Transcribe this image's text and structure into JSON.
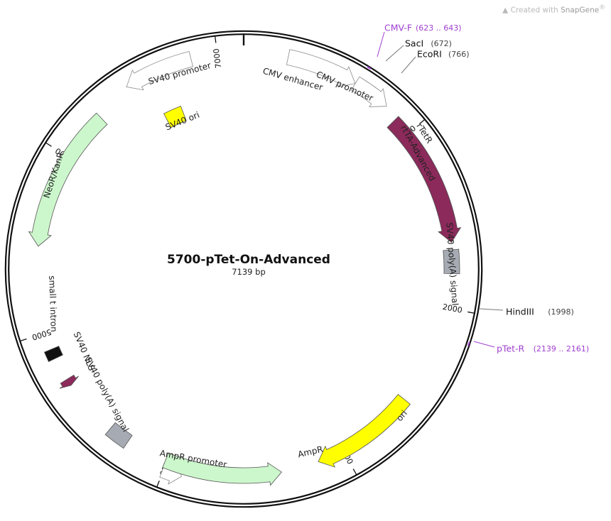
{
  "watermark": {
    "prefix": "Created with ",
    "brand": "SnapGene",
    "mark": "®"
  },
  "plasmid": {
    "name": "5700-pTet-On-Advanced",
    "length_label": "7139 bp",
    "length": 7139
  },
  "ticks": [
    {
      "label": "1000",
      "bp": 1000
    },
    {
      "label": "2000",
      "bp": 2000
    },
    {
      "label": "3000",
      "bp": 3000
    },
    {
      "label": "4000",
      "bp": 4000
    },
    {
      "label": "5000",
      "bp": 5000
    },
    {
      "label": "6000",
      "bp": 6000
    },
    {
      "label": "7000",
      "bp": 7000
    }
  ],
  "sites": [
    {
      "name": "CMV-F",
      "pos_label": "(623 .. 643)",
      "bp": 633,
      "kind": "primer"
    },
    {
      "name": "SacI",
      "pos_label": "(672)",
      "bp": 672,
      "kind": "enzyme"
    },
    {
      "name": "EcoRI",
      "pos_label": "(766)",
      "bp": 766,
      "kind": "enzyme"
    },
    {
      "name": "HindIII",
      "pos_label": "(1998)",
      "bp": 1998,
      "kind": "enzyme"
    },
    {
      "name": "pTet-R",
      "pos_label": "(2139 .. 2161)",
      "bp": 2150,
      "kind": "primer"
    }
  ],
  "features": [
    {
      "name": "CMV enhancer",
      "start": 235,
      "end": 614,
      "color": "#ffffff",
      "arrow": true,
      "dir": 1
    },
    {
      "name": "CMV promoter",
      "start": 615,
      "end": 818,
      "color": "#ffffff",
      "arrow": true,
      "dir": 1
    },
    {
      "name": "rTetR",
      "start": 900,
      "end": 1520,
      "color": "#8b2a5b",
      "arrow": false,
      "dir": 1
    },
    {
      "name": "rtTA-Advanced",
      "start": 900,
      "end": 1640,
      "color": "#8b2a5b",
      "arrow": true,
      "dir": 1
    },
    {
      "name": "SV40 poly(A) signal",
      "start": 1680,
      "end": 1810,
      "color": "#a6abb3",
      "arrow": false,
      "dir": 1
    },
    {
      "name": "ori",
      "start": 2560,
      "end": 3150,
      "color": "#ffff00",
      "arrow": true,
      "dir": 1
    },
    {
      "name": "AmpR promoter",
      "start": 3900,
      "end": 4005,
      "color": "#ffffff",
      "arrow": true,
      "dir": -1
    },
    {
      "name": "AmpR",
      "start": 3360,
      "end": 4010,
      "color": "#ccf7cc",
      "arrow": true,
      "dir": -1
    },
    {
      "name": "SV40 poly(A) signal",
      "start": 4240,
      "end": 4360,
      "color": "#a6abb3",
      "arrow": false,
      "dir": -1
    },
    {
      "name": "SV40 NLS",
      "start": 4680,
      "end": 4720,
      "color": "#8b2a5b",
      "arrow": true,
      "dir": -1
    },
    {
      "name": "small t intron",
      "start": 4850,
      "end": 4905,
      "color": "#111111",
      "arrow": false,
      "dir": -1
    },
    {
      "name": "NeoR/KanR",
      "start": 5480,
      "end": 6280,
      "color": "#ccf7cc",
      "arrow": true,
      "dir": -1
    },
    {
      "name": "SV40 ori",
      "start": 6600,
      "end": 6720,
      "color": "#ffff00",
      "arrow": false,
      "dir": 1
    },
    {
      "name": "SV40 promoter",
      "start": 6490,
      "end": 6860,
      "color": "#ffffff",
      "arrow": true,
      "dir": -1
    }
  ]
}
